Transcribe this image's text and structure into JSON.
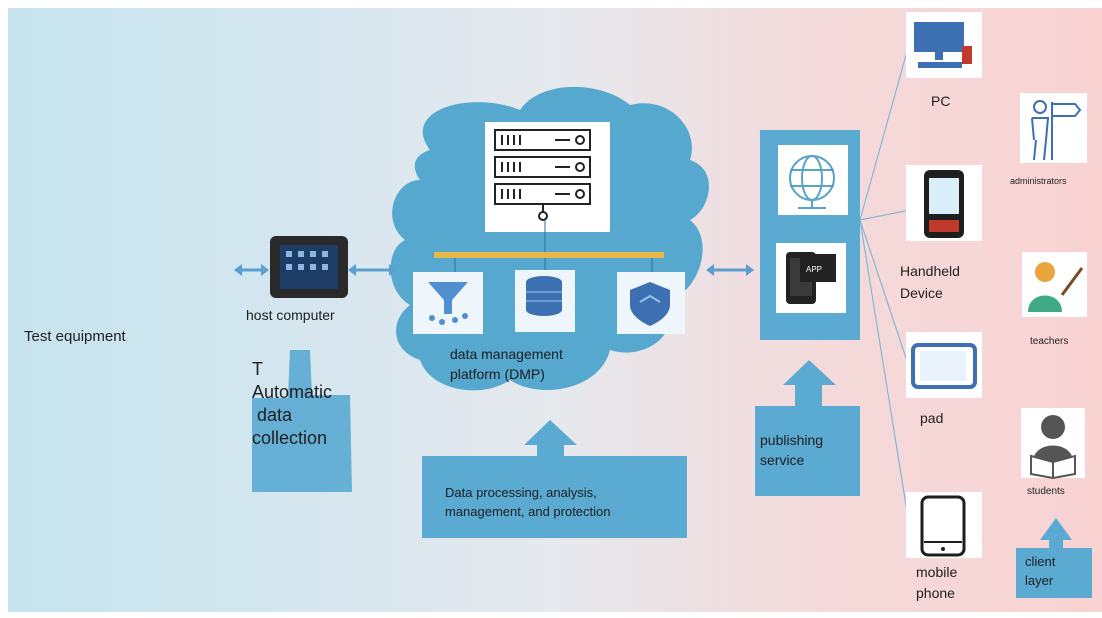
{
  "labels": {
    "test_equipment": "Test equipment",
    "host_computer": "host computer",
    "automatic_collection": "T\nAutomatic\n data\ncollection",
    "dmp": "data management\nplatform (DMP)",
    "processing": "Data processing, analysis,\nmanagement, and protection",
    "publishing": "publishing\nservice",
    "pc": "PC",
    "handheld": "Handheld\nDevice",
    "pad": "pad",
    "mobile": "mobile\nphone",
    "administrators": "administrators",
    "teachers": "teachers",
    "students": "students",
    "client_layer": "client\nlayer",
    "app_badge": "APP"
  },
  "colors": {
    "cloud": "#56a8cf",
    "block": "#5aaad2",
    "bus": "#e8b84a",
    "icon_blue": "#5aa3c8"
  },
  "icons": [
    "server-rack-icon",
    "filter-funnel-icon",
    "database-icon",
    "shield-icon",
    "globe-icon",
    "app-phone-icon",
    "pc-icon",
    "handheld-device-icon",
    "tablet-icon",
    "mobile-phone-icon",
    "administrator-icon",
    "teacher-icon",
    "student-icon"
  ]
}
